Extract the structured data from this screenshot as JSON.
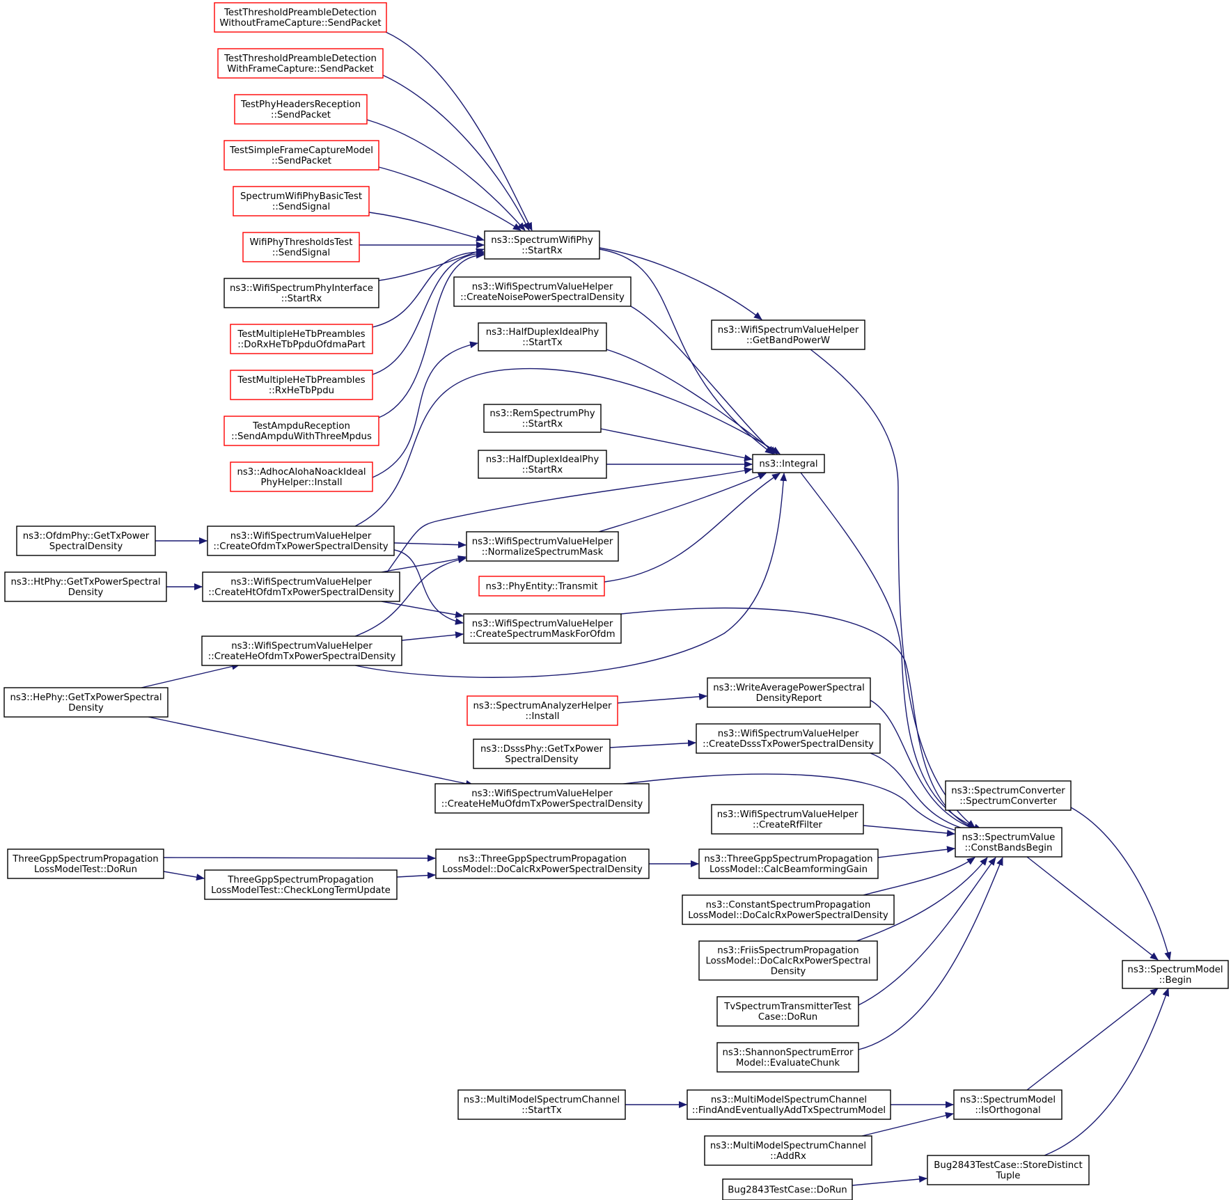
{
  "colors": {
    "edge": "#191970",
    "link_box_border": "#ff0000",
    "box_border": "#000000",
    "focus_fill": "#bfbfbf"
  },
  "nodes": [
    {
      "id": "n0",
      "style": "red",
      "lines": [
        "TestThresholdPreambleDetection",
        "WithoutFrameCapture::SendPacket"
      ]
    },
    {
      "id": "n1",
      "style": "red",
      "lines": [
        "TestThresholdPreambleDetection",
        "WithFrameCapture::SendPacket"
      ]
    },
    {
      "id": "n2",
      "style": "red",
      "lines": [
        "TestPhyHeadersReception",
        "::SendPacket"
      ]
    },
    {
      "id": "n3",
      "style": "red",
      "lines": [
        "TestSimpleFrameCaptureModel",
        "::SendPacket"
      ]
    },
    {
      "id": "n4",
      "style": "red",
      "lines": [
        "SpectrumWifiPhyBasicTest",
        "::SendSignal"
      ]
    },
    {
      "id": "n5",
      "style": "red",
      "lines": [
        "WifiPhyThresholdsTest",
        "::SendSignal"
      ]
    },
    {
      "id": "n6",
      "style": "black",
      "lines": [
        "ns3::WifiSpectrumPhyInterface",
        "::StartRx"
      ]
    },
    {
      "id": "n7",
      "style": "red",
      "lines": [
        "TestMultipleHeTbPreambles",
        "::DoRxHeTbPpduOfdmaPart"
      ]
    },
    {
      "id": "n8",
      "style": "red",
      "lines": [
        "TestMultipleHeTbPreambles",
        "::RxHeTbPpdu"
      ]
    },
    {
      "id": "n9",
      "style": "red",
      "lines": [
        "TestAmpduReception",
        "::SendAmpduWithThreeMpdus"
      ]
    },
    {
      "id": "n10",
      "style": "red",
      "lines": [
        "ns3::AdhocAlohaNoackIdeal",
        "PhyHelper::Install"
      ]
    },
    {
      "id": "n11",
      "style": "black",
      "lines": [
        "ns3::SpectrumWifiPhy",
        "::StartRx"
      ]
    },
    {
      "id": "n12",
      "style": "black",
      "lines": [
        "ns3::WifiSpectrumValueHelper",
        "::CreateNoisePowerSpectralDensity"
      ]
    },
    {
      "id": "n13",
      "style": "black",
      "lines": [
        "ns3::HalfDuplexIdealPhy",
        "::StartTx"
      ]
    },
    {
      "id": "n14",
      "style": "black",
      "lines": [
        "ns3::RemSpectrumPhy",
        "::StartRx"
      ]
    },
    {
      "id": "n15",
      "style": "black",
      "lines": [
        "ns3::HalfDuplexIdealPhy",
        "::StartRx"
      ]
    },
    {
      "id": "n16",
      "style": "black",
      "lines": [
        "ns3::WifiSpectrumValueHelper",
        "::GetBandPowerW"
      ]
    },
    {
      "id": "n17",
      "style": "black",
      "lines": [
        "ns3::Integral"
      ]
    },
    {
      "id": "n18",
      "style": "black",
      "lines": [
        "ns3::OfdmPhy::GetTxPower",
        "SpectralDensity"
      ]
    },
    {
      "id": "n19",
      "style": "black",
      "lines": [
        "ns3::WifiSpectrumValueHelper",
        "::CreateOfdmTxPowerSpectralDensity"
      ]
    },
    {
      "id": "n20",
      "style": "black",
      "lines": [
        "ns3::WifiSpectrumValueHelper",
        "::NormalizeSpectrumMask"
      ]
    },
    {
      "id": "n21",
      "style": "red",
      "lines": [
        "ns3::PhyEntity::Transmit"
      ]
    },
    {
      "id": "n22",
      "style": "black",
      "lines": [
        "ns3::HtPhy::GetTxPowerSpectral",
        "Density"
      ]
    },
    {
      "id": "n23",
      "style": "black",
      "lines": [
        "ns3::WifiSpectrumValueHelper",
        "::CreateHtOfdmTxPowerSpectralDensity"
      ]
    },
    {
      "id": "n24",
      "style": "black",
      "lines": [
        "ns3::WifiSpectrumValueHelper",
        "::CreateSpectrumMaskForOfdm"
      ]
    },
    {
      "id": "n25",
      "style": "black",
      "lines": [
        "ns3::WifiSpectrumValueHelper",
        "::CreateHeOfdmTxPowerSpectralDensity"
      ]
    },
    {
      "id": "n26",
      "style": "black",
      "lines": [
        "ns3::HePhy::GetTxPowerSpectral",
        "Density"
      ]
    },
    {
      "id": "n27",
      "style": "black",
      "lines": [
        "ns3::WriteAveragePowerSpectral",
        "DensityReport"
      ]
    },
    {
      "id": "n28",
      "style": "red",
      "lines": [
        "ns3::SpectrumAnalyzerHelper",
        "::Install"
      ]
    },
    {
      "id": "n29",
      "style": "black",
      "lines": [
        "ns3::WifiSpectrumValueHelper",
        "::CreateDsssTxPowerSpectralDensity"
      ]
    },
    {
      "id": "n30",
      "style": "black",
      "lines": [
        "ns3::DsssPhy::GetTxPower",
        "SpectralDensity"
      ]
    },
    {
      "id": "n31",
      "style": "black",
      "lines": [
        "ns3::WifiSpectrumValueHelper",
        "::CreateHeMuOfdmTxPowerSpectralDensity"
      ]
    },
    {
      "id": "n32",
      "style": "black",
      "lines": [
        "ns3::SpectrumConverter",
        "::SpectrumConverter"
      ]
    },
    {
      "id": "n33",
      "style": "black",
      "lines": [
        "ns3::WifiSpectrumValueHelper",
        "::CreateRfFilter"
      ]
    },
    {
      "id": "n34",
      "style": "black",
      "lines": [
        "ns3::SpectrumValue",
        "::ConstBandsBegin"
      ]
    },
    {
      "id": "n35",
      "style": "black",
      "lines": [
        "ThreeGppSpectrumPropagation",
        "LossModelTest::DoRun"
      ]
    },
    {
      "id": "n36",
      "style": "black",
      "lines": [
        "ns3::ThreeGppSpectrumPropagation",
        "LossModel::DoCalcRxPowerSpectralDensity"
      ]
    },
    {
      "id": "n37",
      "style": "black",
      "lines": [
        "ns3::ThreeGppSpectrumPropagation",
        "LossModel::CalcBeamformingGain"
      ]
    },
    {
      "id": "n38",
      "style": "black",
      "lines": [
        "ThreeGppSpectrumPropagation",
        "LossModelTest::CheckLongTermUpdate"
      ]
    },
    {
      "id": "n39",
      "style": "black",
      "lines": [
        "ns3::ConstantSpectrumPropagation",
        "LossModel::DoCalcRxPowerSpectralDensity"
      ]
    },
    {
      "id": "n40",
      "style": "black",
      "lines": [
        "ns3::FriisSpectrumPropagation",
        "LossModel::DoCalcRxPowerSpectral",
        "Density"
      ]
    },
    {
      "id": "n41",
      "style": "focus",
      "lines": [
        "ns3::SpectrumModel",
        "::Begin"
      ]
    },
    {
      "id": "n42",
      "style": "black",
      "lines": [
        "TvSpectrumTransmitterTest",
        "Case::DoRun"
      ]
    },
    {
      "id": "n43",
      "style": "black",
      "lines": [
        "ns3::ShannonSpectrumError",
        "Model::EvaluateChunk"
      ]
    },
    {
      "id": "n44",
      "style": "black",
      "lines": [
        "ns3::MultiModelSpectrumChannel",
        "::StartTx"
      ]
    },
    {
      "id": "n45",
      "style": "black",
      "lines": [
        "ns3::MultiModelSpectrumChannel",
        "::FindAndEventuallyAddTxSpectrumModel"
      ]
    },
    {
      "id": "n46",
      "style": "black",
      "lines": [
        "ns3::SpectrumModel",
        "::IsOrthogonal"
      ]
    },
    {
      "id": "n47",
      "style": "black",
      "lines": [
        "ns3::MultiModelSpectrumChannel",
        "::AddRx"
      ]
    },
    {
      "id": "n48",
      "style": "black",
      "lines": [
        "Bug2843TestCase::StoreDistinct",
        "Tuple"
      ]
    },
    {
      "id": "n49",
      "style": "black",
      "lines": [
        "Bug2843TestCase::DoRun"
      ]
    }
  ],
  "edges": [
    {
      "from": "n0",
      "to": "n11"
    },
    {
      "from": "n1",
      "to": "n11"
    },
    {
      "from": "n2",
      "to": "n11"
    },
    {
      "from": "n3",
      "to": "n11"
    },
    {
      "from": "n4",
      "to": "n11"
    },
    {
      "from": "n5",
      "to": "n11"
    },
    {
      "from": "n6",
      "to": "n11"
    },
    {
      "from": "n7",
      "to": "n11"
    },
    {
      "from": "n8",
      "to": "n11"
    },
    {
      "from": "n9",
      "to": "n11"
    },
    {
      "from": "n11",
      "to": "n16"
    },
    {
      "from": "n11",
      "to": "n17"
    },
    {
      "from": "n12",
      "to": "n17"
    },
    {
      "from": "n13",
      "to": "n17"
    },
    {
      "from": "n10",
      "to": "n13"
    },
    {
      "from": "n14",
      "to": "n17"
    },
    {
      "from": "n15",
      "to": "n17"
    },
    {
      "from": "n19",
      "to": "n17"
    },
    {
      "from": "n20",
      "to": "n17"
    },
    {
      "from": "n21",
      "to": "n17"
    },
    {
      "from": "n25",
      "to": "n17"
    },
    {
      "from": "n23",
      "to": "n17"
    },
    {
      "from": "n18",
      "to": "n19"
    },
    {
      "from": "n22",
      "to": "n23"
    },
    {
      "from": "n19",
      "to": "n20"
    },
    {
      "from": "n23",
      "to": "n20"
    },
    {
      "from": "n25",
      "to": "n20"
    },
    {
      "from": "n19",
      "to": "n24"
    },
    {
      "from": "n23",
      "to": "n24"
    },
    {
      "from": "n25",
      "to": "n24"
    },
    {
      "from": "n26",
      "to": "n25"
    },
    {
      "from": "n26",
      "to": "n31"
    },
    {
      "from": "n28",
      "to": "n27"
    },
    {
      "from": "n30",
      "to": "n29"
    },
    {
      "from": "n16",
      "to": "n34"
    },
    {
      "from": "n17",
      "to": "n34"
    },
    {
      "from": "n24",
      "to": "n34"
    },
    {
      "from": "n27",
      "to": "n34"
    },
    {
      "from": "n29",
      "to": "n34"
    },
    {
      "from": "n31",
      "to": "n34"
    },
    {
      "from": "n33",
      "to": "n34"
    },
    {
      "from": "n37",
      "to": "n34"
    },
    {
      "from": "n39",
      "to": "n34"
    },
    {
      "from": "n40",
      "to": "n34"
    },
    {
      "from": "n42",
      "to": "n34"
    },
    {
      "from": "n43",
      "to": "n34"
    },
    {
      "from": "n35",
      "to": "n36"
    },
    {
      "from": "n35",
      "to": "n38"
    },
    {
      "from": "n38",
      "to": "n36"
    },
    {
      "from": "n36",
      "to": "n37"
    },
    {
      "from": "n32",
      "to": "n41"
    },
    {
      "from": "n34",
      "to": "n41"
    },
    {
      "from": "n46",
      "to": "n41"
    },
    {
      "from": "n48",
      "to": "n41"
    },
    {
      "from": "n44",
      "to": "n45"
    },
    {
      "from": "n45",
      "to": "n46"
    },
    {
      "from": "n47",
      "to": "n46"
    },
    {
      "from": "n49",
      "to": "n48"
    }
  ]
}
